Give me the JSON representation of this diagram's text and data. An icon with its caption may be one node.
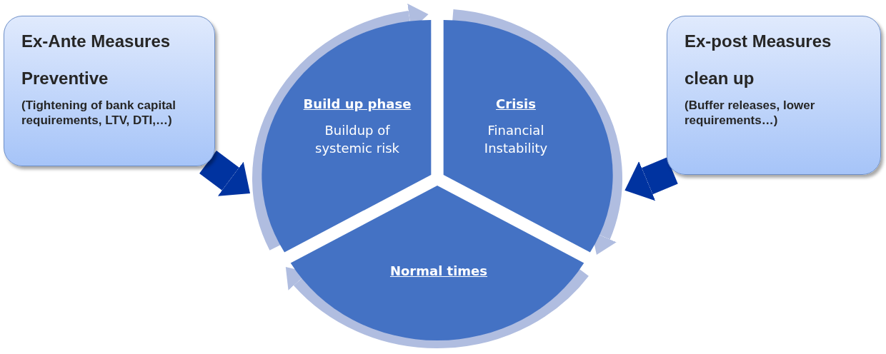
{
  "diagram": {
    "nodes": [
      {
        "text": [
          "Ex-Ante Measures",
          "Preventive",
          "(Tightening of bank capital requirements, LTV, DTI,…)"
        ]
      },
      {
        "text": [
          "Build up phase",
          "Buildup of systemic risk"
        ]
      },
      {
        "text": [
          "Crisis",
          "Financial Instability"
        ]
      },
      {
        "text": [
          "Normal times"
        ]
      },
      {
        "text": [
          "Ex-post Measures",
          "clean up",
          "(Buffer releases, lower requirements…)"
        ]
      }
    ],
    "edges": [
      {
        "from": 0,
        "to": 1,
        "arrow": "to",
        "style": "thick",
        "color": "#0033a0"
      },
      {
        "from": 4,
        "to": 2,
        "arrow": "to",
        "style": "thick",
        "color": "#0033a0"
      },
      {
        "from": 1,
        "to": 2,
        "arrow": "to"
      },
      {
        "from": 2,
        "to": 3,
        "arrow": "to"
      },
      {
        "from": 3,
        "to": 1,
        "arrow": "to"
      }
    ]
  }
}
